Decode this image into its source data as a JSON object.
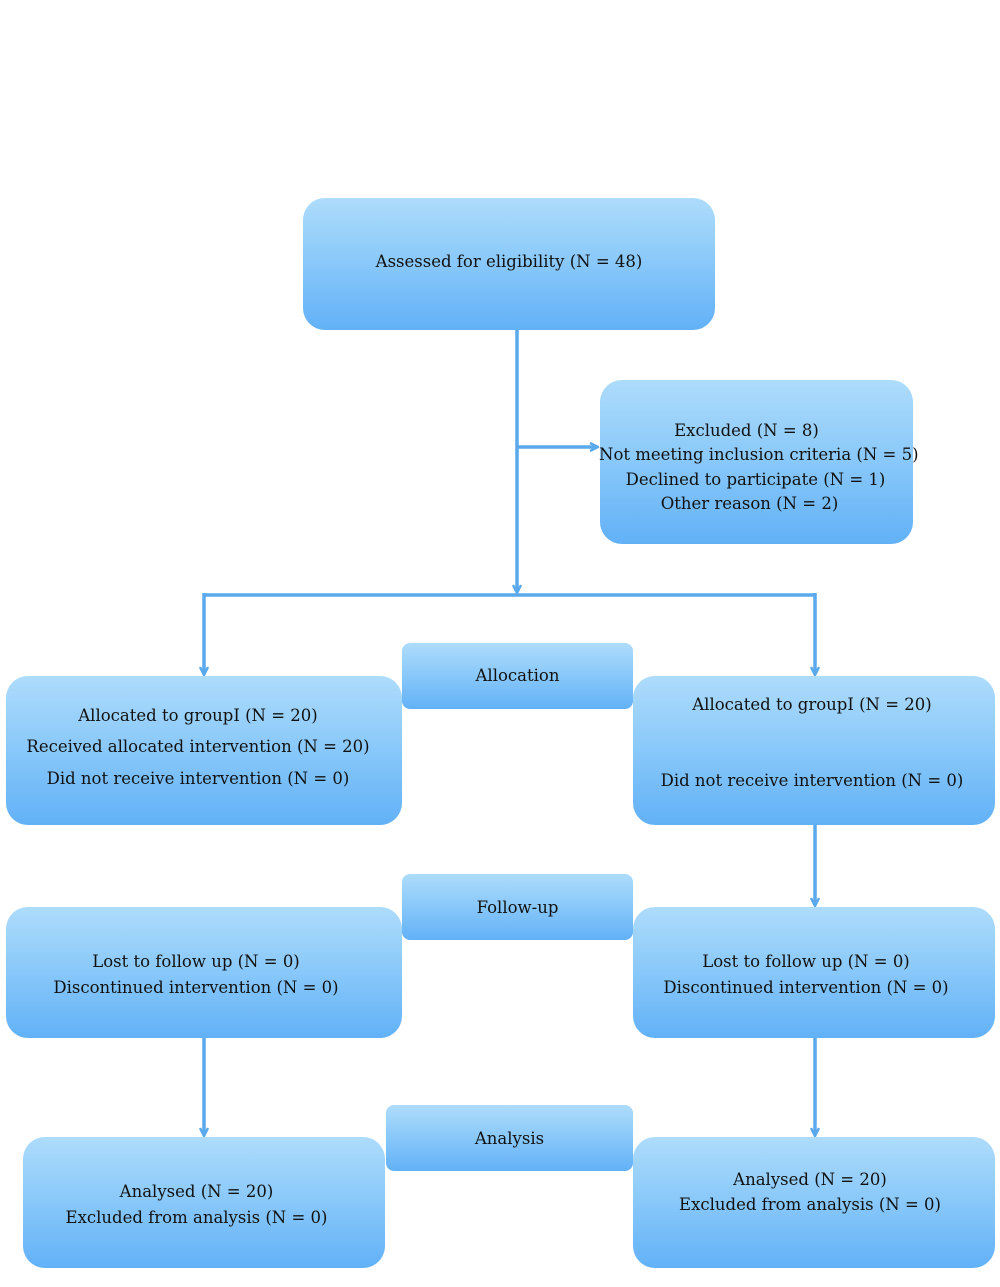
{
  "eligibility": {
    "text": "Assessed for eligibility (N = 48)"
  },
  "excluded": {
    "title": "Excluded (N = 8)",
    "items": [
      "Not meeting inclusion criteria (N = 5)",
      "Declined to participate (N = 1)",
      "Other reason (N = 2)"
    ]
  },
  "stages": {
    "allocation": "Allocation",
    "followup": "Follow-up",
    "analysis": "Analysis"
  },
  "left": {
    "allocated": [
      "Allocated to groupI (N = 20)",
      "Received allocated intervention (N = 20)",
      "Did not receive intervention (N = 0)"
    ],
    "followup": [
      "Lost to follow up (N = 0)",
      "Discontinued intervention (N = 0)"
    ],
    "analysis": [
      "Analysed (N = 20)",
      "Excluded from analysis (N = 0)"
    ]
  },
  "right": {
    "allocated": [
      "Allocated to groupI (N = 20)",
      "Did not receive intervention (N = 0)"
    ],
    "followup": [
      "Lost to follow up (N = 0)",
      "Discontinued intervention (N = 0)"
    ],
    "analysis": [
      "Analysed (N = 20)",
      "Excluded from analysis (N = 0)"
    ]
  },
  "colors": {
    "connector": "#5aa9ec",
    "box_top": "#aedcfb",
    "box_bottom": "#62b1f7"
  }
}
